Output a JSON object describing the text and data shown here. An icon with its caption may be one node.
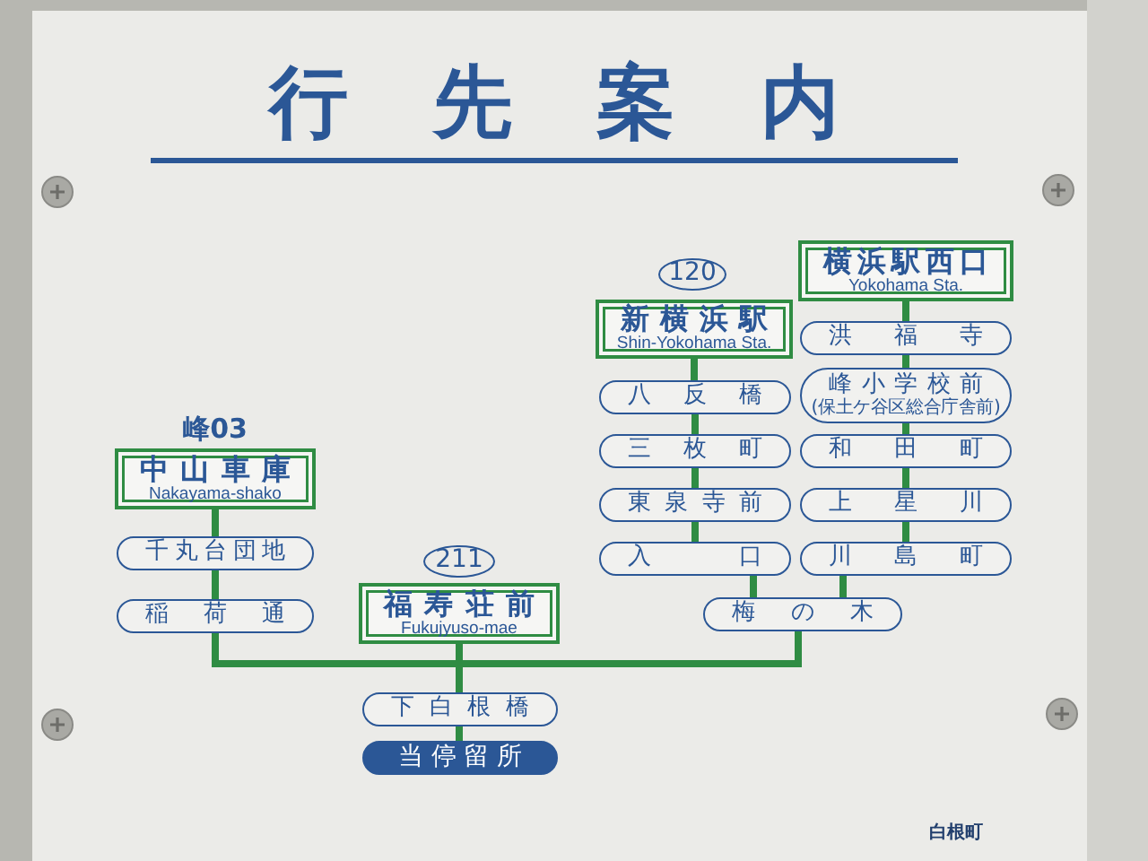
{
  "diagram": {
    "title": "行先案内",
    "nodes": [
      {
        "text": [
          "中山車庫",
          "Nakayama-shako"
        ],
        "beside": [
          "峰03"
        ]
      },
      {
        "text": [
          "千丸台団地"
        ]
      },
      {
        "text": [
          "稲荷通"
        ]
      },
      {
        "text": [
          "福寿荘前",
          "Fukujyuso-mae"
        ],
        "beside": [
          "211"
        ]
      },
      {
        "text": [
          "新横浜駅",
          "Shin-Yokohama Sta."
        ],
        "beside": [
          "120"
        ]
      },
      {
        "text": [
          "八反橋"
        ]
      },
      {
        "text": [
          "三枚町"
        ]
      },
      {
        "text": [
          "東泉寺前"
        ]
      },
      {
        "text": [
          "入口"
        ]
      },
      {
        "text": [
          "横浜駅西口",
          "Yokohama Sta."
        ]
      },
      {
        "text": [
          "洪福寺"
        ]
      },
      {
        "text": [
          "峰小学校前",
          "(保土ケ谷区総合庁舎前)"
        ]
      },
      {
        "text": [
          "和田町"
        ]
      },
      {
        "text": [
          "上星川"
        ]
      },
      {
        "text": [
          "川島町"
        ]
      },
      {
        "text": [
          "梅の木"
        ]
      },
      {
        "text": [
          "下白根橋"
        ]
      },
      {
        "text": [
          "当停留所"
        ]
      }
    ],
    "edges": [
      {
        "from": 0,
        "to": 1,
        "arrow": "none"
      },
      {
        "from": 1,
        "to": 2,
        "arrow": "none"
      },
      {
        "from": 2,
        "to": 16,
        "arrow": "none"
      },
      {
        "from": 3,
        "to": 16,
        "arrow": "none"
      },
      {
        "from": 4,
        "to": 5,
        "arrow": "none"
      },
      {
        "from": 5,
        "to": 6,
        "arrow": "none"
      },
      {
        "from": 6,
        "to": 7,
        "arrow": "none"
      },
      {
        "from": 7,
        "to": 8,
        "arrow": "none"
      },
      {
        "from": 8,
        "to": 15,
        "arrow": "none"
      },
      {
        "from": 9,
        "to": 10,
        "arrow": "none"
      },
      {
        "from": 10,
        "to": 11,
        "arrow": "none"
      },
      {
        "from": 11,
        "to": 12,
        "arrow": "none"
      },
      {
        "from": 12,
        "to": 13,
        "arrow": "none"
      },
      {
        "from": 13,
        "to": 14,
        "arrow": "none"
      },
      {
        "from": 14,
        "to": 15,
        "arrow": "none"
      },
      {
        "from": 15,
        "to": 16,
        "arrow": "none"
      },
      {
        "from": 16,
        "to": 17,
        "arrow": "none"
      }
    ],
    "labels": [
      "白根町"
    ]
  }
}
